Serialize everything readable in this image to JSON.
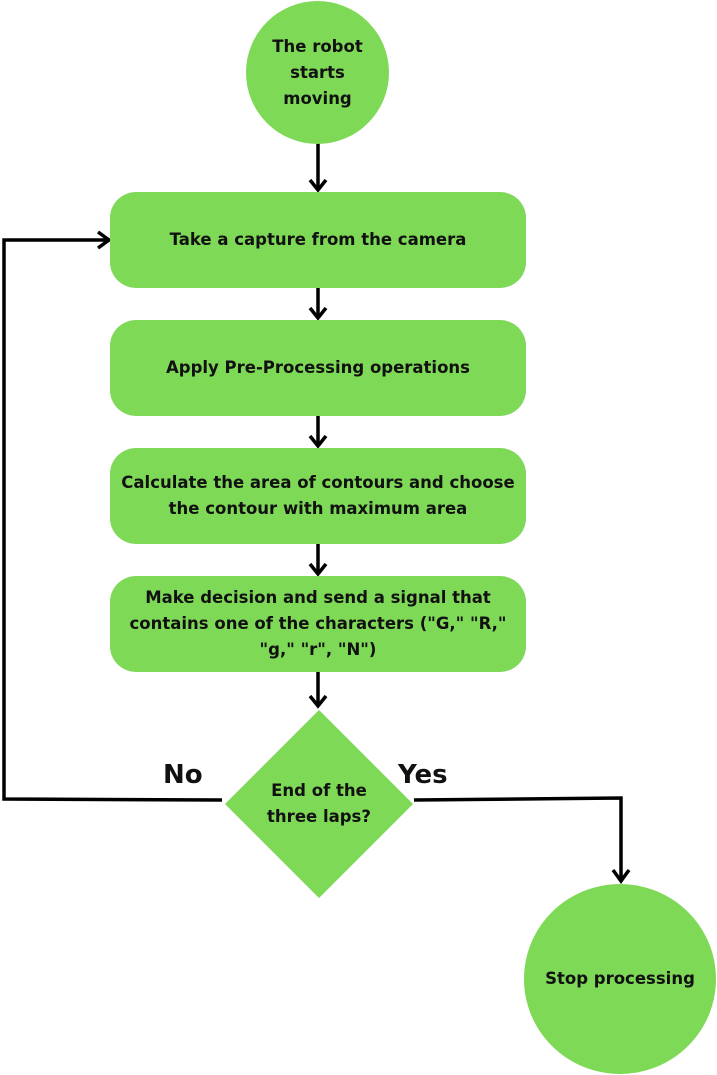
{
  "colors": {
    "node_fill": "#7ed957",
    "line": "#000000",
    "text": "#111111"
  },
  "nodes": {
    "start": "The robot starts moving",
    "capture": "Take a capture from the camera",
    "preprocess": "Apply Pre-Processing operations",
    "contours": "Calculate the area of contours and choose the contour with maximum area",
    "decision_signal": "Make decision and send a signal that contains one of the characters (\"G,\" \"R,\" \"g,\" \"r\", \"N\")",
    "question": "End of the three laps?",
    "stop": "Stop processing"
  },
  "branches": {
    "no": "No",
    "yes": "Yes"
  }
}
